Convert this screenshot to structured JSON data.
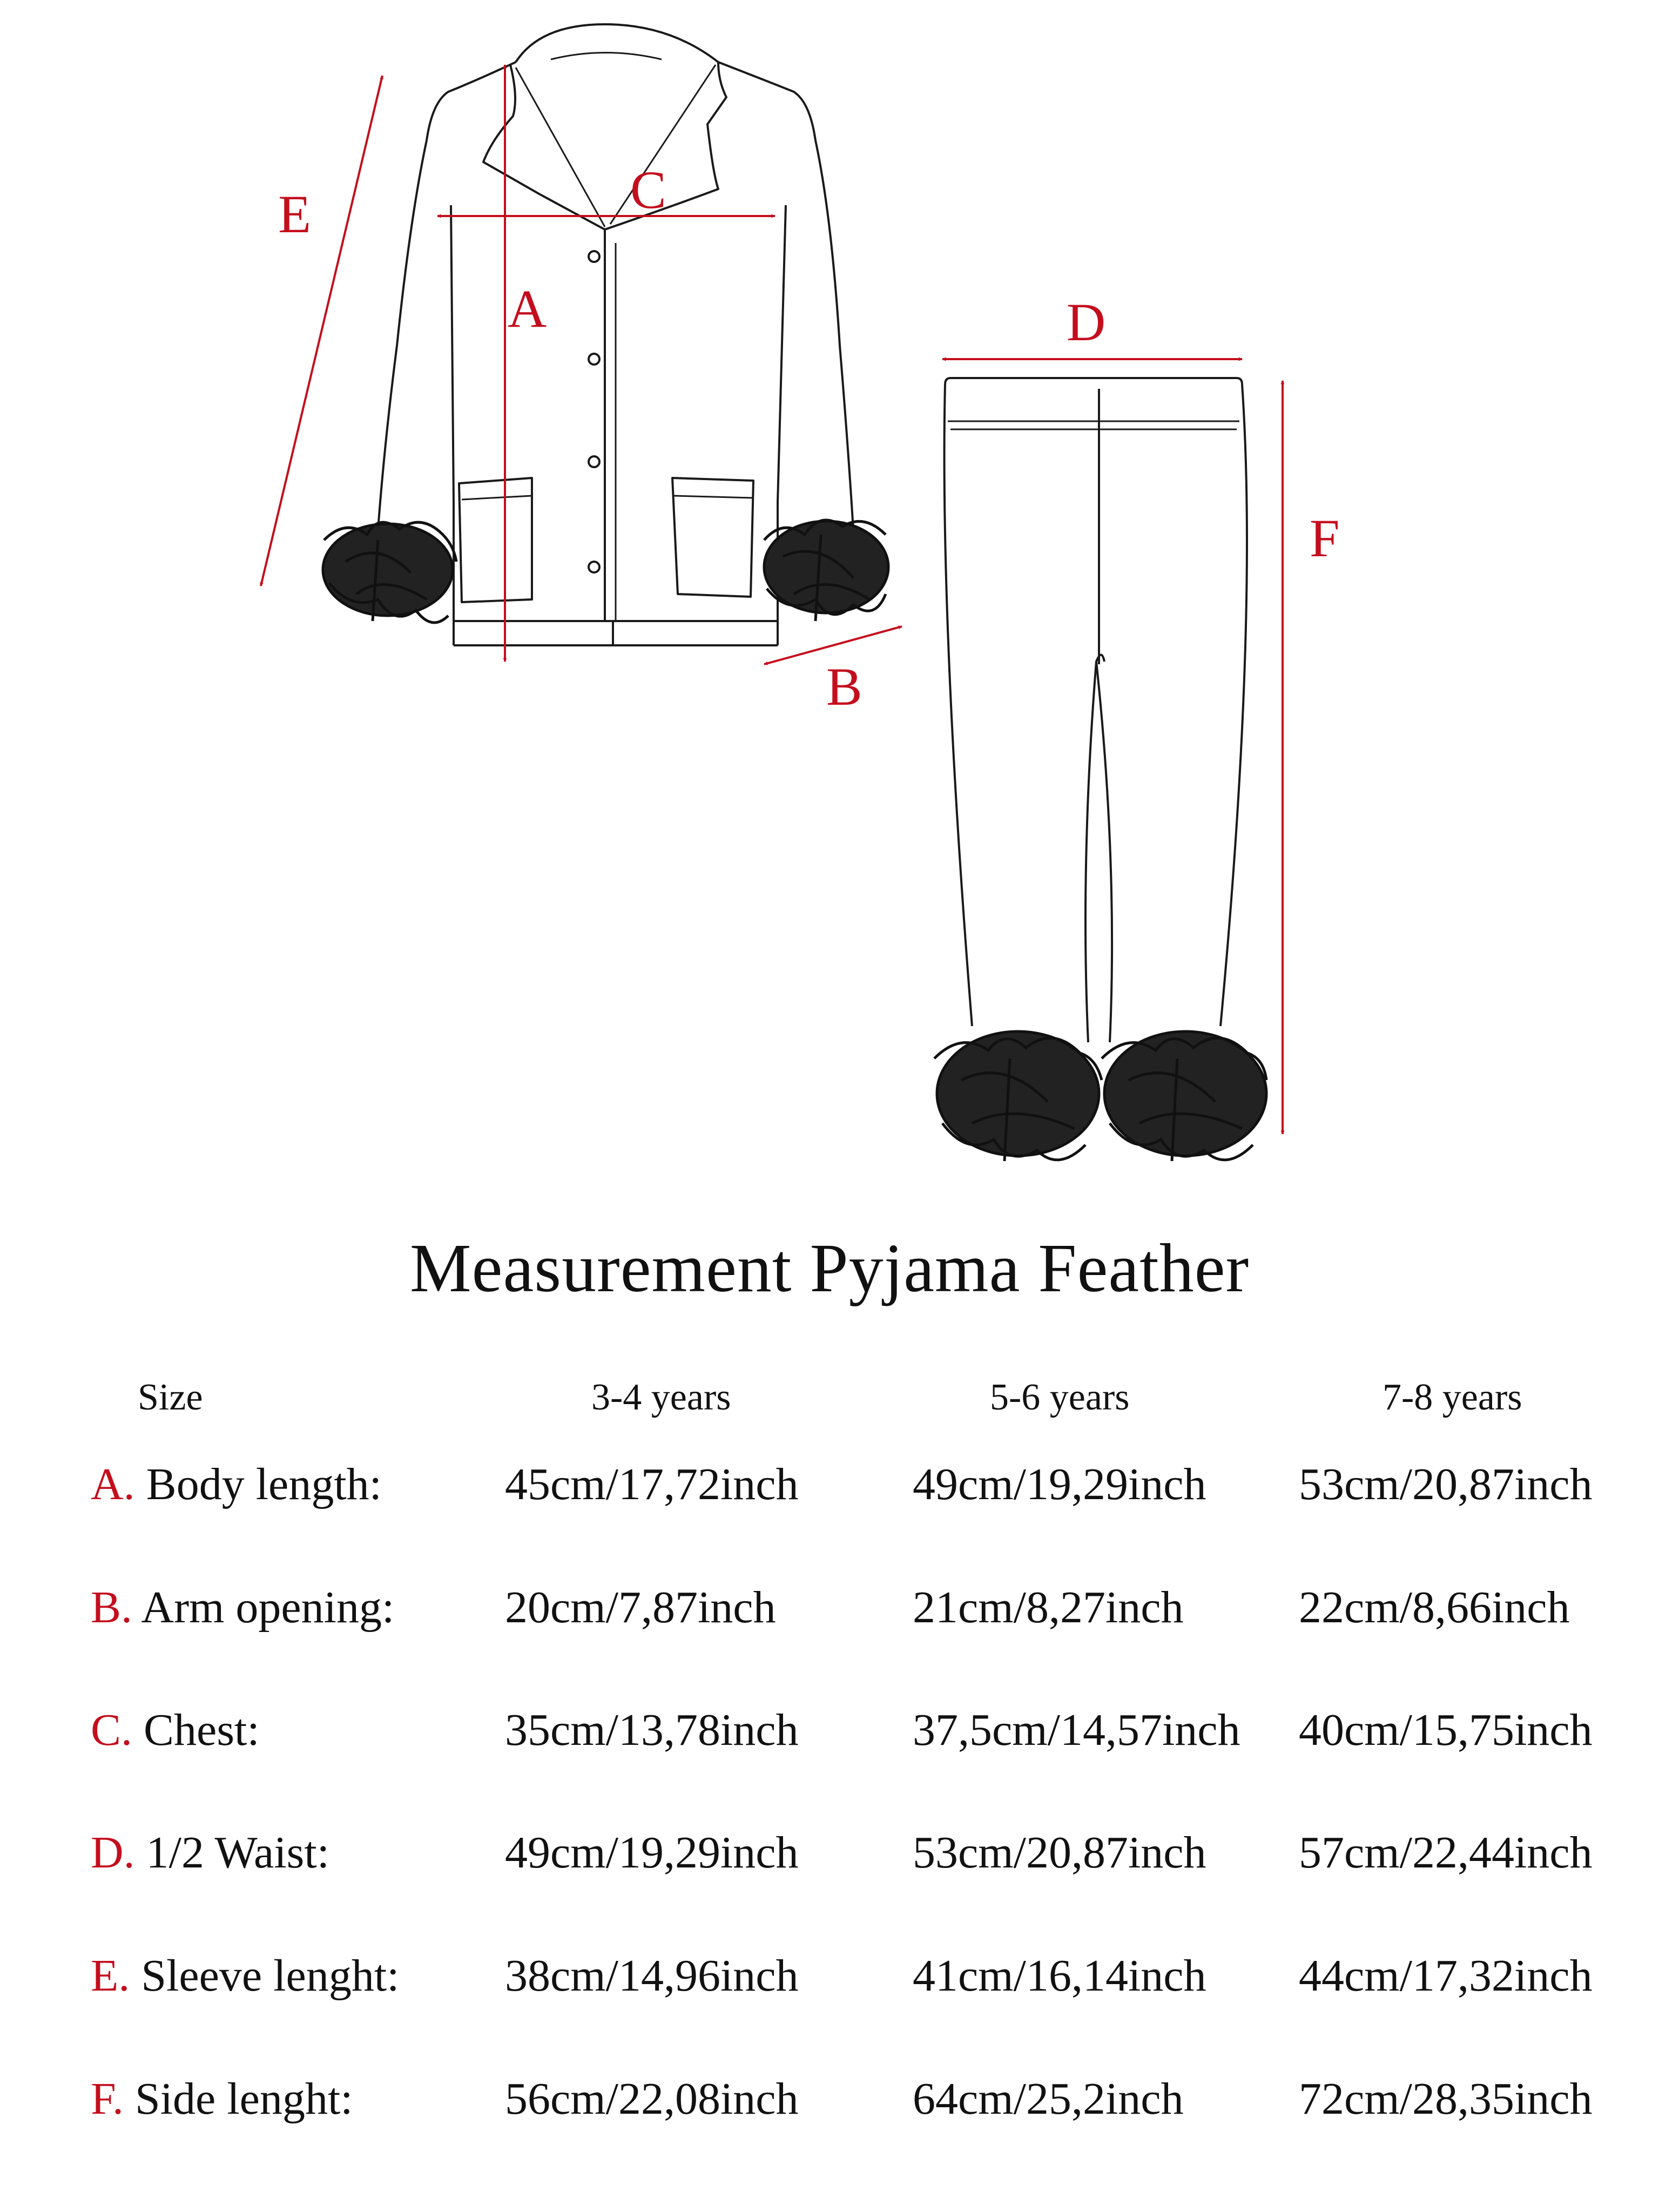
{
  "title": "Measurement Pyjama Feather",
  "diagram": {
    "labels": {
      "A": "A",
      "B": "B",
      "C": "C",
      "D": "D",
      "E": "E",
      "F": "F"
    },
    "accent_color": "#c40e1d",
    "line_color": "#1a1a1a"
  },
  "table": {
    "size_header": "Size",
    "columns": [
      "3-4 years",
      "5-6 years",
      "7-8 years"
    ],
    "rows": [
      {
        "letter": "A.",
        "label": "Body length:",
        "values": [
          "45cm/17,72inch",
          "49cm/19,29inch",
          "53cm/20,87inch"
        ]
      },
      {
        "letter": "B.",
        "label": "Arm opening:",
        "values": [
          "20cm/7,87inch",
          "21cm/8,27inch",
          "22cm/8,66inch"
        ]
      },
      {
        "letter": "C.",
        "label": "Chest:",
        "values": [
          "35cm/13,78inch",
          "37,5cm/14,57inch",
          "40cm/15,75inch"
        ]
      },
      {
        "letter": "D.",
        "label": "1/2 Waist:",
        "values": [
          "49cm/19,29inch",
          "53cm/20,87inch",
          "57cm/22,44inch"
        ]
      },
      {
        "letter": "E.",
        "label": "Sleeve lenght:",
        "values": [
          "38cm/14,96inch",
          "41cm/16,14inch",
          "44cm/17,32inch"
        ]
      },
      {
        "letter": "F.",
        "label": "Side lenght:",
        "values": [
          "56cm/22,08inch",
          "64cm/25,2inch",
          "72cm/28,35inch"
        ]
      }
    ]
  }
}
